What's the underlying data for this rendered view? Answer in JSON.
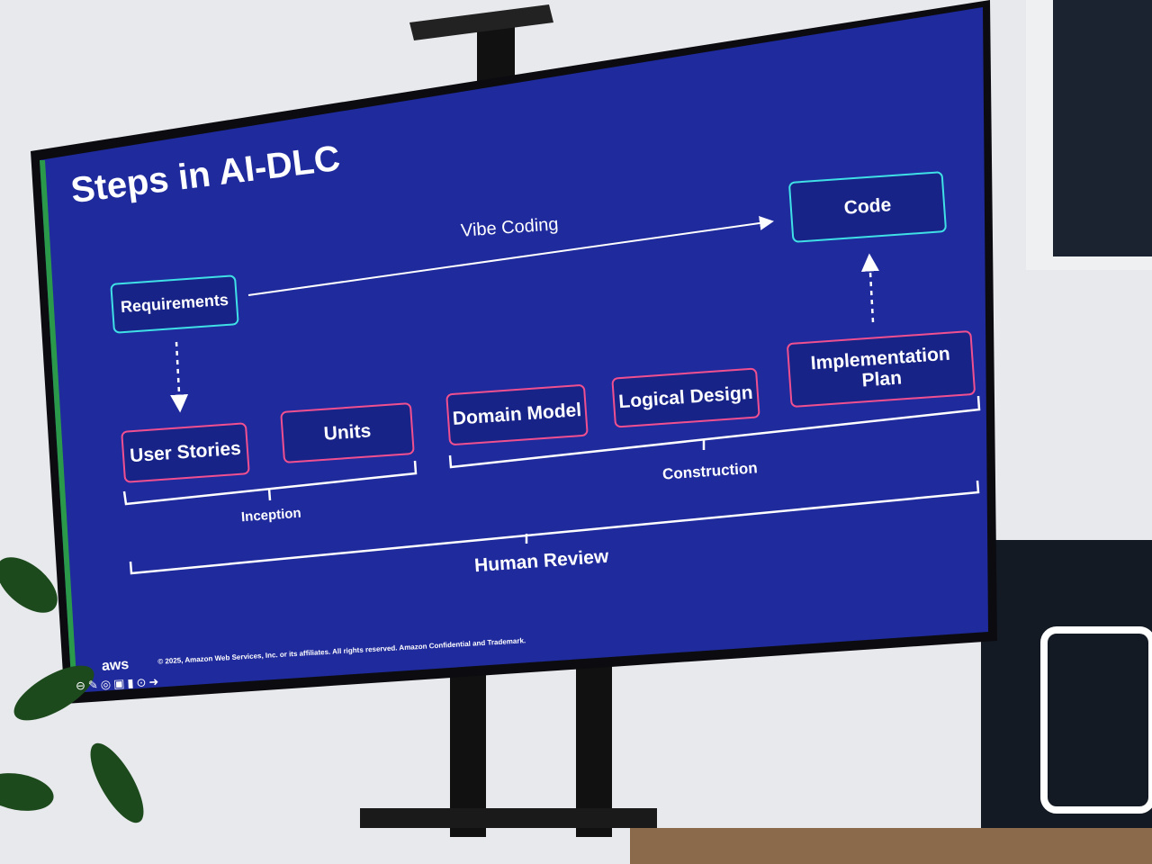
{
  "slide": {
    "title": "Steps in AI-DLC",
    "vibe_coding_label": "Vibe Coding",
    "nodes": {
      "requirements": "Requirements",
      "code": "Code",
      "user_stories": "User Stories",
      "units": "Units",
      "domain_model": "Domain Model",
      "logical_design": "Logical Design",
      "implementation_plan": "Implementation Plan"
    },
    "groups": {
      "inception": "Inception",
      "construction": "Construction",
      "human_review": "Human Review"
    },
    "footer": "© 2025, Amazon Web Services, Inc. or its affiliates. All rights reserved. Amazon Confidential and Trademark.",
    "logo": "aws",
    "colors": {
      "background": "#1c2a9a",
      "cyan": "#3fe0e6",
      "pink": "#f0508f"
    }
  }
}
